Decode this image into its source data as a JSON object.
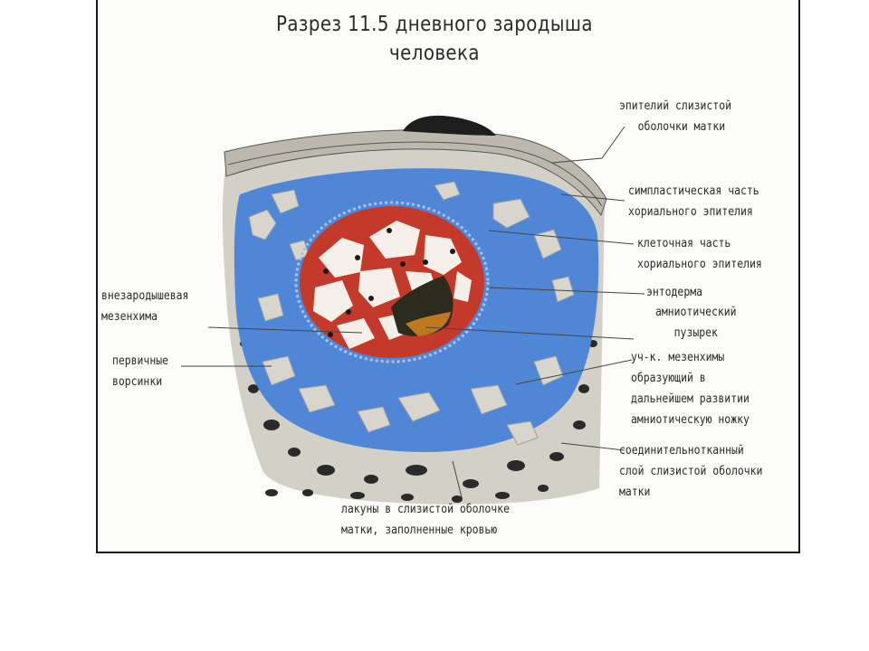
{
  "title": {
    "line1": "Разрез 11.5 дневного зародыша",
    "line2": "человека"
  },
  "labels": {
    "uterine_epithelium": [
      "эпителий слизистой",
      "оболочки матки"
    ],
    "syncytial_chorion": [
      "симпластическая часть",
      "хориального эпителия"
    ],
    "cellular_chorion": [
      "клеточная часть",
      "хориального эпителия"
    ],
    "endoderm": [
      "энтодерма"
    ],
    "amniotic_vesicle": [
      "амниотический",
      "пузырек"
    ],
    "extraembryonic_mesenchyme": [
      "внезародышевая",
      "мезенхима"
    ],
    "primary_villi": [
      "первичные",
      "ворсинки"
    ],
    "mesenchyme_area": [
      "уч-к. мезенхимы",
      "образующий в",
      "дальнейшем развитии",
      "амниотическую ножку"
    ],
    "connective_layer": [
      "соединительнотканный",
      "слой слизистой оболочки",
      "матки"
    ],
    "lacunae": [
      "лакуны в слизистой оболочке",
      "матки, заполненные кровью"
    ]
  },
  "colors": {
    "mesenchyme_blue": "#4f86d6",
    "trophoblast_red": "#c43a2a",
    "uterine_tissue": "#cfccc4",
    "blood_lacunae": "#2a2a2a",
    "amnion_brown": "#7a4a1a"
  }
}
